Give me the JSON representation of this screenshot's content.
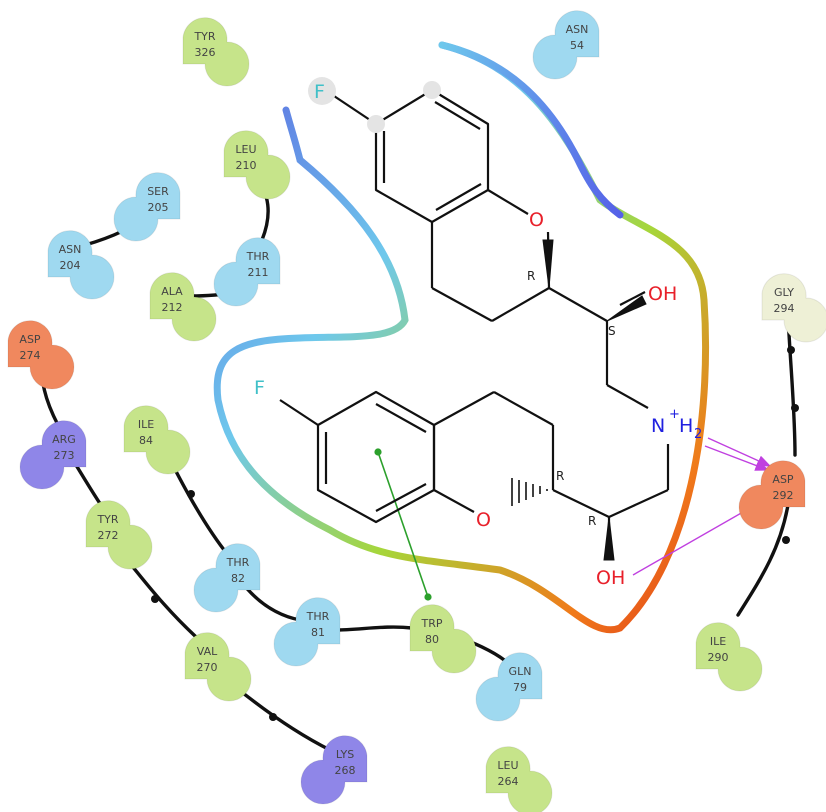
{
  "colors": {
    "hydrophobic": "#c6e48a",
    "polar": "#9fd9f0",
    "negative": "#f0885e",
    "positive": "#8f86e8",
    "glycine": "#eef0d6",
    "backbone": "#111111",
    "hbond": "#c040e0",
    "pipi": "#2ca02c",
    "oxygen": "#e8202a",
    "fluorine": "#40c0c8",
    "nitrogen": "#2020e0"
  },
  "residues": [
    {
      "id": "tyr326",
      "name": "TYR",
      "num": "326",
      "type": "hydrophobic"
    },
    {
      "id": "asn54",
      "name": "ASN",
      "num": "54",
      "type": "polar"
    },
    {
      "id": "leu210",
      "name": "LEU",
      "num": "210",
      "type": "hydrophobic"
    },
    {
      "id": "ser205",
      "name": "SER",
      "num": "205",
      "type": "polar"
    },
    {
      "id": "asn204",
      "name": "ASN",
      "num": "204",
      "type": "polar"
    },
    {
      "id": "thr211",
      "name": "THR",
      "num": "211",
      "type": "polar"
    },
    {
      "id": "ala212",
      "name": "ALA",
      "num": "212",
      "type": "hydrophobic"
    },
    {
      "id": "asp274",
      "name": "ASP",
      "num": "274",
      "type": "negative"
    },
    {
      "id": "arg273",
      "name": "ARG",
      "num": "273",
      "type": "positive"
    },
    {
      "id": "tyr272",
      "name": "TYR",
      "num": "272",
      "type": "hydrophobic"
    },
    {
      "id": "ile84",
      "name": "ILE",
      "num": "84",
      "type": "hydrophobic"
    },
    {
      "id": "thr82",
      "name": "THR",
      "num": "82",
      "type": "polar"
    },
    {
      "id": "thr81",
      "name": "THR",
      "num": "81",
      "type": "polar"
    },
    {
      "id": "trp80",
      "name": "TRP",
      "num": "80",
      "type": "hydrophobic"
    },
    {
      "id": "gln79",
      "name": "GLN",
      "num": "79",
      "type": "polar"
    },
    {
      "id": "val270",
      "name": "VAL",
      "num": "270",
      "type": "hydrophobic"
    },
    {
      "id": "lys268",
      "name": "LYS",
      "num": "268",
      "type": "positive"
    },
    {
      "id": "leu264",
      "name": "LEU",
      "num": "264",
      "type": "hydrophobic"
    },
    {
      "id": "gly294",
      "name": "GLY",
      "num": "294",
      "type": "glycine"
    },
    {
      "id": "asp292",
      "name": "ASP",
      "num": "292",
      "type": "negative"
    },
    {
      "id": "ile290",
      "name": "ILE",
      "num": "290",
      "type": "hydrophobic"
    }
  ],
  "ligand_labels": {
    "f_top": "F",
    "f_mid": "F",
    "o_ring_top": "O",
    "o_ring_bottom": "O",
    "oh_top": "OH",
    "oh_bottom": "OH",
    "nh_n": "N",
    "nh_plus": "+",
    "nh_h": "H",
    "nh_sub": "2",
    "stereo_r1": "R",
    "stereo_s1": "S",
    "stereo_r2": "R",
    "stereo_r3": "R"
  }
}
